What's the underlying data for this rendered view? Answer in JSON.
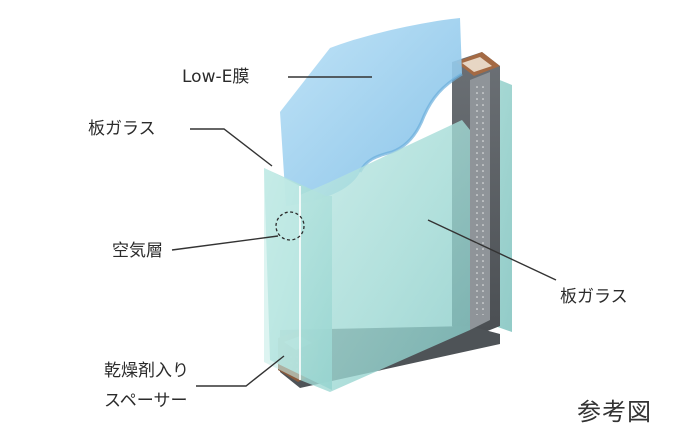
{
  "labels": {
    "low_e": "Low-E膜",
    "glass_outer": "板ガラス",
    "air_layer": "空気層",
    "glass_inner": "板ガラス",
    "spacer_line1": "乾燥剤入り",
    "spacer_line2": "スペーサー"
  },
  "caption": "参考図",
  "colors": {
    "low_e_film": "#9ccfee",
    "glass": "#a9ddd8",
    "frame": "#5d6267",
    "spacer": "#8a5a3c"
  }
}
